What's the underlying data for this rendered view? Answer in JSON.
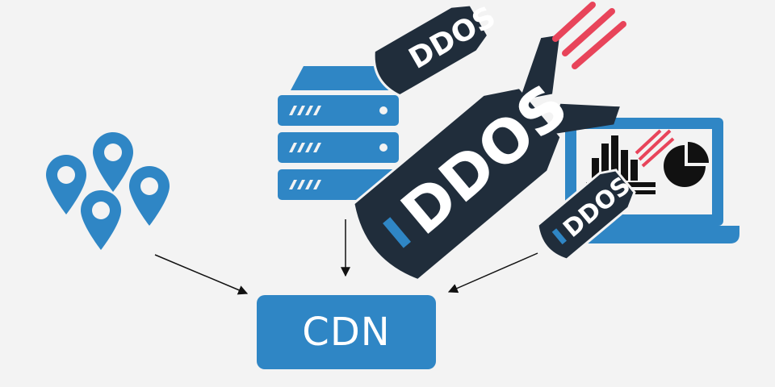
{
  "diagram": {
    "nodes": {
      "users": {
        "icon": "location-pins-icon"
      },
      "server": {
        "icon": "server-icon"
      },
      "laptop": {
        "icon": "laptop-chart-icon"
      },
      "cdn": {
        "label": "CDN"
      }
    },
    "edges": [
      {
        "from": "users",
        "to": "cdn"
      },
      {
        "from": "server",
        "to": "cdn"
      },
      {
        "from": "laptop",
        "to": "cdn"
      }
    ],
    "attack": {
      "icon": "missile-icon",
      "labels": [
        "DDOS",
        "DDOS",
        "DDOS"
      ]
    }
  },
  "colors": {
    "background": "#f3f3f3",
    "primary_blue": "#2f86c5",
    "missile": "#202d3b",
    "flame": "#e8445a",
    "arrow": "#111111"
  }
}
